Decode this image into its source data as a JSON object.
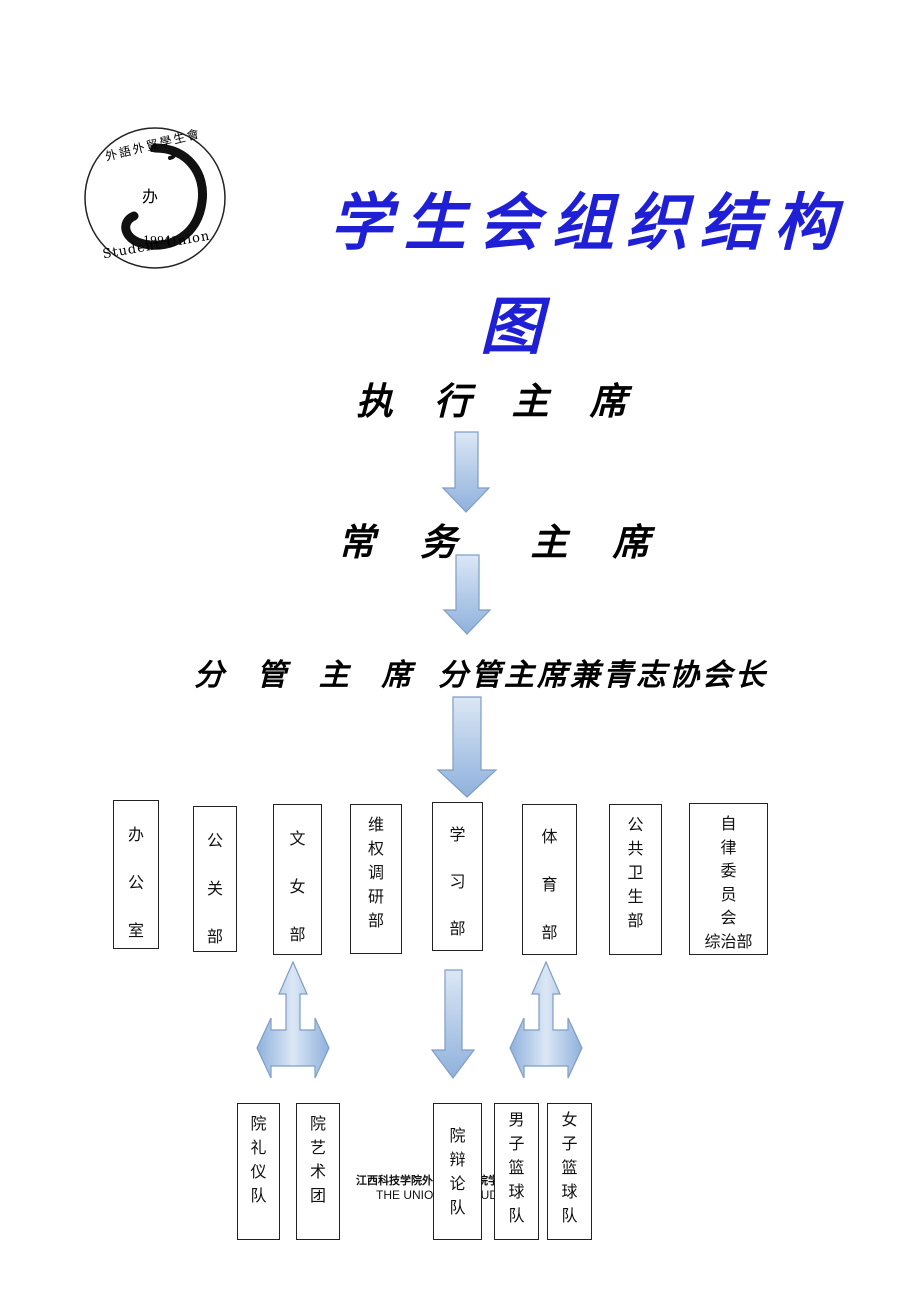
{
  "logo": {
    "ring_text_top": "外語外貿學生會",
    "center_char": "办",
    "year": "1994",
    "ring_text_bottom": "Student Union"
  },
  "title": {
    "line1": "学生会组织结构",
    "line2": "图"
  },
  "levels": {
    "executive_chair": "执 行 主 席",
    "standing_chair": "常 务  主 席",
    "division_chair": "分 管 主 席",
    "division_chair_youth": "分管主席兼青志协会长"
  },
  "departments": [
    {
      "chars": [
        "办",
        "公",
        "室"
      ]
    },
    {
      "chars": [
        "公",
        "关",
        "部"
      ]
    },
    {
      "chars": [
        "文",
        "女",
        "部"
      ]
    },
    {
      "chars": [
        "维",
        "权",
        "调",
        "研",
        "部"
      ]
    },
    {
      "chars": [
        "学",
        "习",
        "部"
      ]
    },
    {
      "chars": [
        "体",
        "育",
        "部"
      ]
    },
    {
      "chars": [
        "公",
        "共",
        "卫",
        "生",
        "部"
      ]
    },
    {
      "chars": [
        "自",
        "律",
        "委",
        "员",
        "会",
        "综治部"
      ]
    }
  ],
  "sub_units": [
    {
      "chars": [
        "院",
        "礼",
        "仪",
        "队"
      ]
    },
    {
      "chars": [
        "院",
        "艺",
        "术",
        "团"
      ]
    },
    {
      "chars": [
        "院",
        "辩",
        "论",
        "队"
      ]
    },
    {
      "chars": [
        "男",
        "子",
        "篮",
        "球",
        "队"
      ]
    },
    {
      "chars": [
        "女",
        "子",
        "篮",
        "球",
        "队"
      ]
    }
  ],
  "footer": {
    "line1": "江西科技学院外语外贸学院学生会",
    "line2": "THE UNION OF STUDENTS"
  },
  "colors": {
    "title": "#1f1fd6",
    "arrow_fill_top": "#dbe7f5",
    "arrow_fill_bottom": "#8fb1dc",
    "arrow_stroke": "#7f9dc6"
  }
}
